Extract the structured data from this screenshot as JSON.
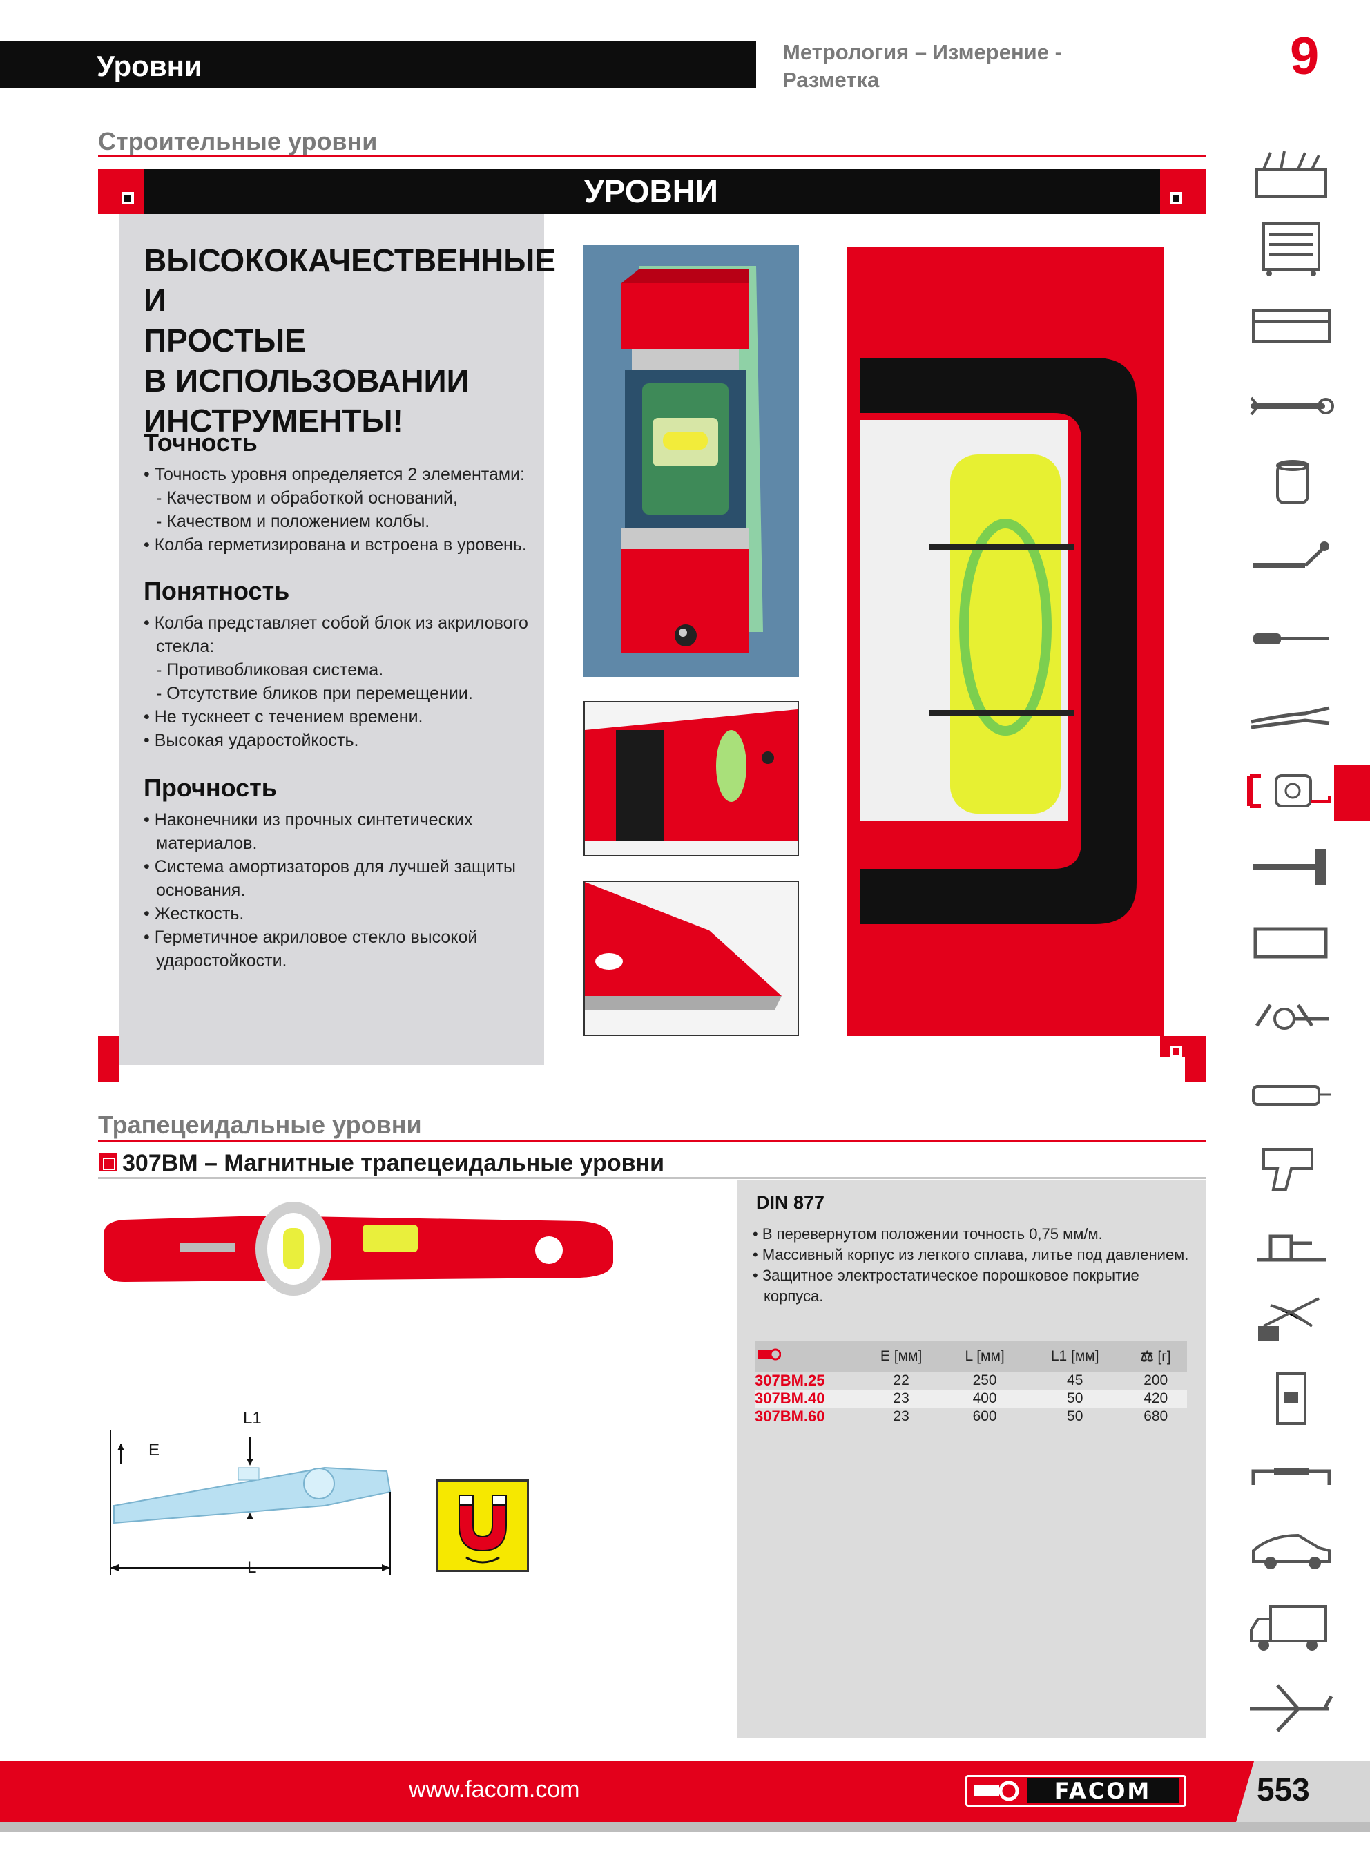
{
  "header": {
    "title": "Уровни",
    "category_line1": "Метрология – Измерение -",
    "category_line2": "Разметка",
    "section_number": "9"
  },
  "section1": {
    "title": "Строительные уровни",
    "banner": "УРОВНИ",
    "headline": [
      "ВЫСОКОКАЧЕСТВЕННЫЕ И",
      "ПРОСТЫЕ",
      "В ИСПОЛЬЗОВАНИИ",
      "ИНСТРУМЕНТЫ!"
    ],
    "blocks": [
      {
        "title": "Точность",
        "lines": [
          {
            "t": "• Точность уровня определяется 2 элементами:",
            "sub": false
          },
          {
            "t": "- Качеством и обработкой оснований,",
            "sub": true
          },
          {
            "t": "- Качеством и положением колбы.",
            "sub": true
          },
          {
            "t": "• Колба герметизирована и встроена в уровень.",
            "sub": false
          }
        ]
      },
      {
        "title": "Понятность",
        "lines": [
          {
            "t": "• Колба представляет собой блок из акрилового стекла:",
            "sub": false
          },
          {
            "t": "- Противобликовая система.",
            "sub": true
          },
          {
            "t": "- Отсутствие бликов при перемещении.",
            "sub": true
          },
          {
            "t": "• Не тускнеет с течением времени.",
            "sub": false
          },
          {
            "t": "• Высокая ударостойкость.",
            "sub": false
          }
        ]
      },
      {
        "title": "Прочность",
        "lines": [
          {
            "t": "• Наконечники из прочных синтетических материалов.",
            "sub": false
          },
          {
            "t": "• Система амортизаторов для лучшей защиты основания.",
            "sub": false
          },
          {
            "t": "• Жесткость.",
            "sub": false
          },
          {
            "t": "• Герметичное акриловое стекло высокой ударостойкости.",
            "sub": false
          }
        ]
      }
    ]
  },
  "section2": {
    "title": "Трапецеидальные уровни",
    "product_title": "307BM – Магнитные трапецеидальные уровни",
    "diagram_labels": {
      "l1": "L1",
      "e": "E",
      "l": "L"
    },
    "spec": {
      "din": "DIN 877",
      "bullets": [
        "• В перевернутом положении точность 0,75 мм/м.",
        "• Массивный корпус из легкого сплава, литье под давлением.",
        "• Защитное электростатическое порошковое покрытие корпуса."
      ],
      "columns": [
        "E [мм]",
        "L [мм]",
        "L1 [мм]",
        "[г]"
      ],
      "rows": [
        {
          "ref": "307BM.25",
          "e": "22",
          "l": "250",
          "l1": "45",
          "g": "200"
        },
        {
          "ref": "307BM.40",
          "e": "23",
          "l": "400",
          "l1": "50",
          "g": "420"
        },
        {
          "ref": "307BM.60",
          "e": "23",
          "l": "600",
          "l1": "50",
          "g": "680"
        }
      ]
    }
  },
  "sidebar_icons": [
    "tool-box-icon",
    "tool-cabinet-icon",
    "tool-drawer-icon",
    "wrench-icon",
    "socket-icon",
    "ratchet-icon",
    "screwdriver-icon",
    "pliers-icon",
    "tape-measure-icon",
    "hammer-icon",
    "hacksaw-icon",
    "puller-icon",
    "tester-icon",
    "impact-wrench-icon",
    "vise-icon",
    "safety-icon",
    "circuit-breaker-icon",
    "handle-icon",
    "car-icon",
    "truck-icon",
    "airplane-icon"
  ],
  "footer": {
    "url": "www.facom.com",
    "brand": "FACOM",
    "page": "553"
  },
  "colors": {
    "accent": "#e3001b",
    "dark": "#0d0d0d",
    "panel": "#d9d9dc"
  }
}
